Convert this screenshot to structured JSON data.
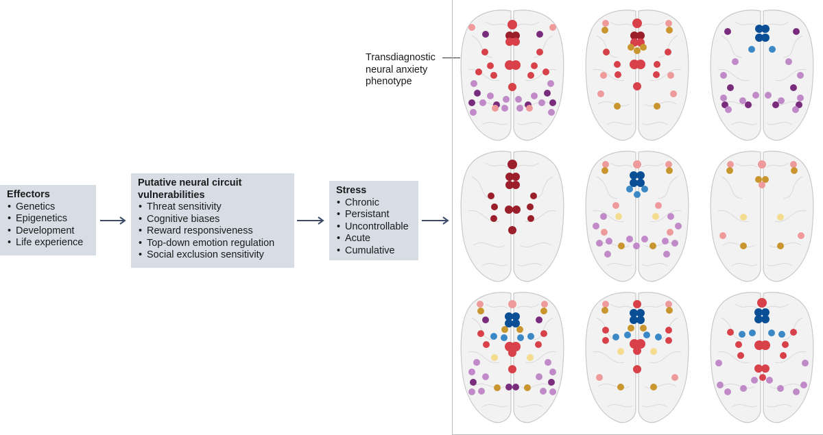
{
  "effectors": {
    "title": "Effectors",
    "items": [
      "Genetics",
      "Epigenetics",
      "Development",
      "Life experience"
    ]
  },
  "vulnerabilities": {
    "title": "Putative neural circuit vulnerabilities",
    "items": [
      "Threat sensitivity",
      "Cognitive biases",
      "Reward responsiveness",
      "Top-down emotion regulation",
      "Social exclusion sensitivity"
    ]
  },
  "stress": {
    "title": "Stress",
    "items": [
      "Chronic",
      "Persistant",
      "Uncontrollable",
      "Acute",
      "Cumulative"
    ]
  },
  "phenotype_label": "Transdiagnostic neural anxiety phenotype",
  "colors": {
    "box_fill": "#d6dde4",
    "arrow": "#3b4a66",
    "dark_red": "#9b1f2a",
    "red": "#d8404a",
    "pink": "#ef9a9a",
    "gold": "#c9952e",
    "light_yellow": "#f4dc8f",
    "purple": "#7a2c7c",
    "lilac": "#c08ac8",
    "navy": "#0a4e95",
    "blue": "#3b88c6"
  },
  "brain_grid": {
    "rows": 3,
    "cols": 3,
    "icon": "brain-axial-view"
  }
}
